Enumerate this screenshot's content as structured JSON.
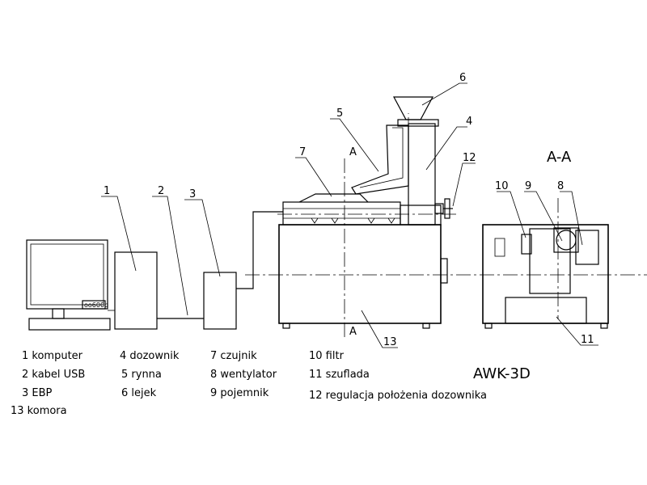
{
  "callouts": {
    "c1": "1",
    "c2": "2",
    "c3": "3",
    "c4": "4",
    "c5": "5",
    "c6": "6",
    "c7": "7",
    "c8": "8",
    "c9": "9",
    "c10": "10",
    "c11": "11",
    "c12": "12",
    "c13": "13"
  },
  "section_marks": {
    "top": "A",
    "bottom": "A",
    "view_title": "A-A"
  },
  "monitor_tag": "oo600b",
  "drawing_title": "AWK-3D",
  "legend": [
    "1 komputer",
    "2 kabel USB",
    "3 EBP",
    "13 komora",
    "4 dozownik",
    "5 rynna",
    "6 lejek",
    "7 czujnik",
    "8 wentylator",
    "9 pojemnik",
    "10 filtr",
    "11 szuflada",
    "12 regulacja położenia dozownika"
  ]
}
